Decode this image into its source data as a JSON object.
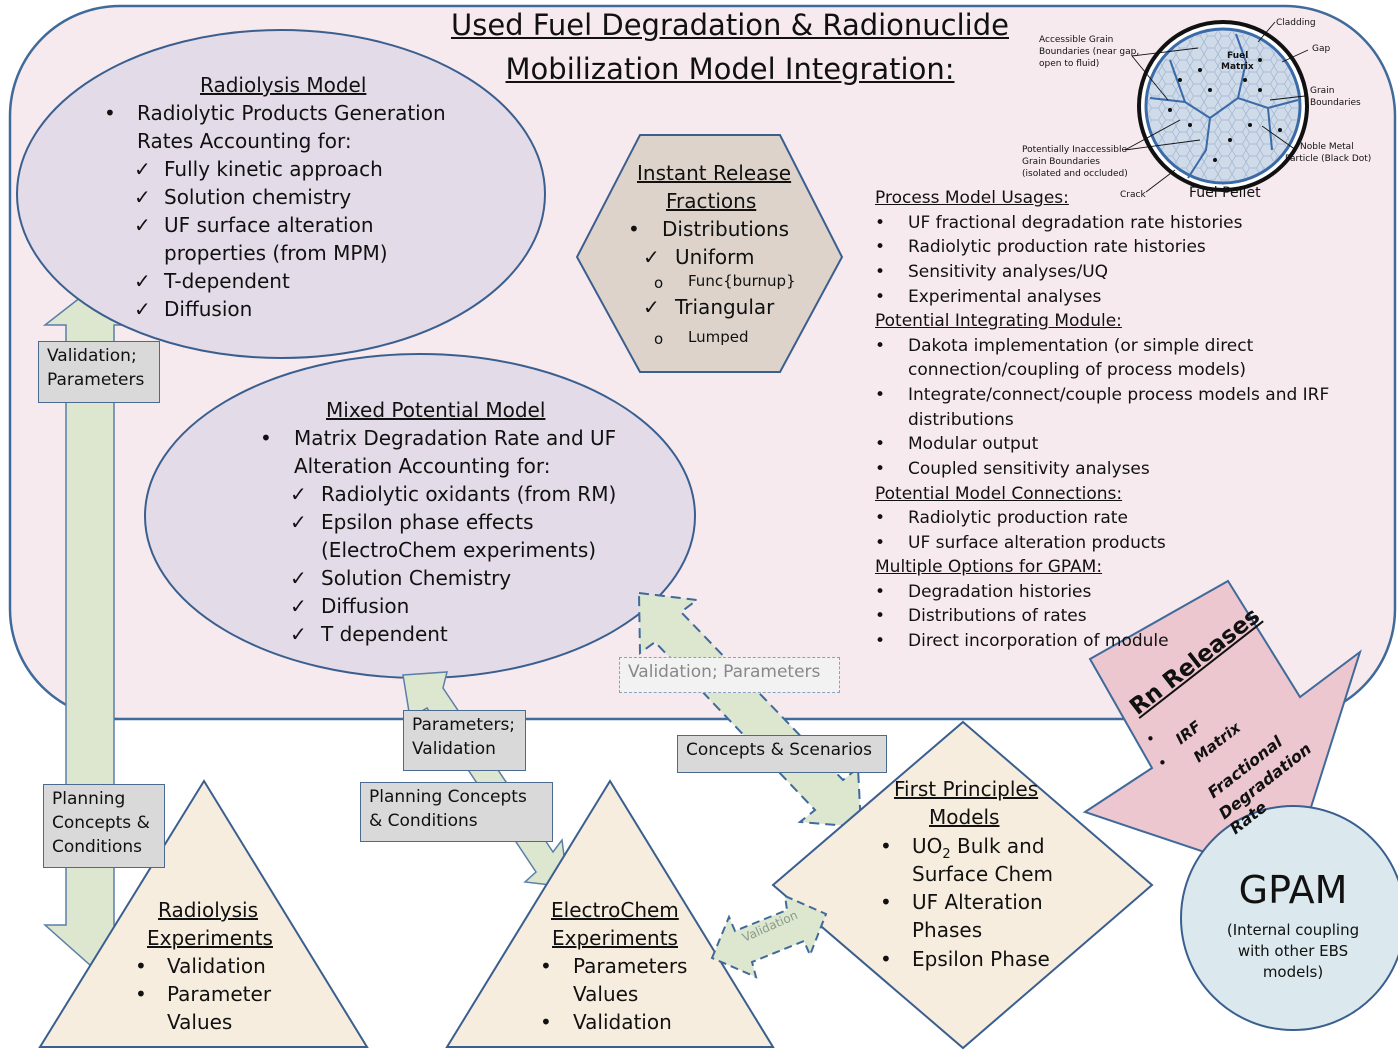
{
  "title": {
    "line1": "Used Fuel Degradation & Radionuclide",
    "line2": "Mobilization Model Integration:"
  },
  "radiolysis_model": {
    "heading": "Radiolysis Model",
    "bullet": "Radiolytic Products Generation",
    "bullet_line2": "Rates Accounting for:",
    "checks": [
      "Fully kinetic approach",
      "Solution chemistry",
      "UF surface alteration",
      "properties (from MPM)",
      "T-dependent",
      "Diffusion"
    ]
  },
  "irf": {
    "heading_line1": "Instant Release",
    "heading_line2": "Fractions",
    "bullet": "Distributions",
    "check1": "Uniform",
    "sub1": "Func{burnup}",
    "check2": "Triangular",
    "sub2": "Lumped"
  },
  "pellet": {
    "labels": {
      "accessible": [
        "Accessible Grain",
        "Boundaries (near gap,",
        "open to fluid)"
      ],
      "cladding": "Cladding",
      "gap": "Gap",
      "fuel_matrix": [
        "Fuel",
        "Matrix"
      ],
      "grain_boundaries": [
        "Grain",
        "Boundaries"
      ],
      "inaccessible": [
        "Potentially Inaccessible",
        "Grain Boundaries",
        "(isolated and occluded)"
      ],
      "noble_metal": [
        "Noble Metal",
        "Particle (Black Dot)"
      ],
      "crack": "Crack",
      "caption": "Fuel Pellet"
    }
  },
  "process_model": {
    "sections": [
      {
        "heading": "Process Model Usages:",
        "items": [
          "UF fractional degradation rate histories",
          "Radiolytic production rate histories",
          "Sensitivity analyses/UQ",
          "Experimental analyses"
        ]
      },
      {
        "heading": "Potential Integrating Module:",
        "items": [
          "Dakota implementation (or simple direct",
          "connection/coupling of process models)",
          "Integrate/connect/couple process models and IRF",
          "distributions",
          "Modular output",
          "Coupled sensitivity analyses"
        ]
      },
      {
        "heading": "Potential Model Connections:",
        "items": [
          "Radiolytic production rate",
          "UF surface alteration products"
        ]
      },
      {
        "heading": "Multiple Options for GPAM:",
        "items": [
          "Degradation histories",
          "Distributions of rates",
          "Direct incorporation of module"
        ]
      }
    ]
  },
  "mixed_potential_model": {
    "heading": "Mixed Potential Model",
    "bullet": "Matrix Degradation Rate and UF",
    "bullet_line2": "Alteration Accounting for:",
    "checks": [
      "Radiolytic oxidants (from RM)",
      "Epsilon phase effects",
      "(ElectroChem experiments)",
      "Solution Chemistry",
      "Diffusion",
      "T dependent"
    ]
  },
  "boxes": {
    "validation_params": [
      "Validation;",
      "Parameters"
    ],
    "validation_params_dashed": "Validation; Parameters",
    "params_validation": [
      "Parameters;",
      "Validation"
    ],
    "concepts_scenarios": "Concepts & Scenarios",
    "planning_concepts_conditions_left": [
      "Planning",
      "Concepts &",
      "Conditions"
    ],
    "planning_concepts_conditions_mid": [
      "Planning Concepts",
      "& Conditions"
    ],
    "validation_arrow": "Validation"
  },
  "radiolysis_experiments": {
    "heading_line1": "Radiolysis",
    "heading_line2": "Experiments",
    "items": [
      "Validation",
      "Parameter",
      "Values"
    ]
  },
  "electrochem_experiments": {
    "heading_line1": "ElectroChem",
    "heading_line2": "Experiments",
    "items": [
      "Parameters",
      "Values",
      "Validation"
    ]
  },
  "first_principles": {
    "heading_line1": "First Principles",
    "heading_line2": "Models",
    "item1_pre": "UO",
    "item1_sub": "2",
    "item1_post": " Bulk and",
    "items": [
      "Surface Chem",
      "UF Alteration",
      "Phases",
      "Epsilon Phase"
    ]
  },
  "rn_releases": {
    "heading": "Rn Releases",
    "items": [
      "IRF",
      "Matrix",
      "Fractional",
      "Degradation",
      "Rate"
    ]
  },
  "gpam": {
    "title": "GPAM",
    "note": [
      "(Internal coupling",
      "with other EBS",
      "models)"
    ]
  },
  "colors": {
    "container_fill": "#f7eaee",
    "container_stroke": "#3f6a9a",
    "ellipse_fill": "#e3dbe8",
    "ellipse_stroke": "#3a5f8f",
    "hexagon_fill": "#ddd3cb",
    "triangle_fill": "#f7edde",
    "arrow_fill": "#dde6cf",
    "rn_fill": "#ecc7cf",
    "gpam_fill": "#dbe9ee",
    "box_fill": "#d9d9d9"
  }
}
